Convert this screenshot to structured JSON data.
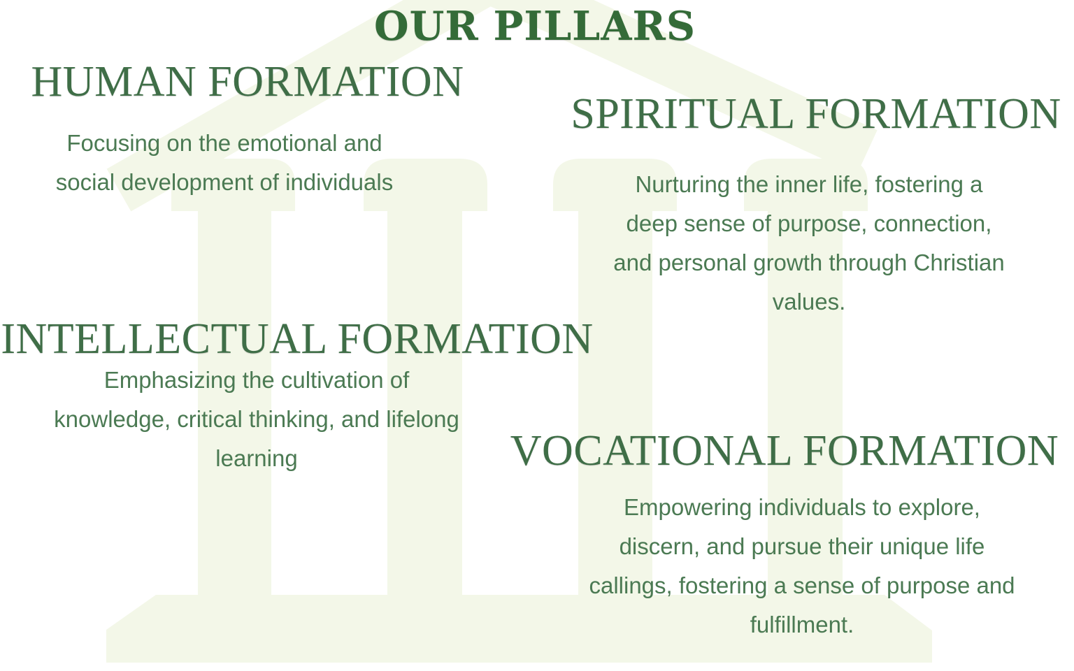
{
  "title": "OUR PILLARS",
  "colors": {
    "shape": "#f3f7e8",
    "title-color": "#346b38",
    "heading-color": "#3f6e47",
    "body-color": "#4b7a53"
  },
  "illustration": {
    "name": "greek-temple-with-four-columns",
    "columns": 4
  },
  "pillars": [
    {
      "heading": "HUMAN FORMATION",
      "description": "Focusing on the emotional and\nsocial development of individuals"
    },
    {
      "heading": "SPIRITUAL FORMATION",
      "description": "Nurturing the inner life, fostering a\ndeep sense of purpose, connection,\nand personal growth through Christian\nvalues."
    },
    {
      "heading": "INTELLECTUAL FORMATION",
      "description": "Emphasizing the cultivation of\nknowledge, critical thinking, and lifelong\nlearning"
    },
    {
      "heading": "VOCATIONAL FORMATION",
      "description": "Empowering individuals to explore,\ndiscern, and pursue their unique life\ncallings, fostering a sense of purpose and\nfulfillment."
    }
  ]
}
